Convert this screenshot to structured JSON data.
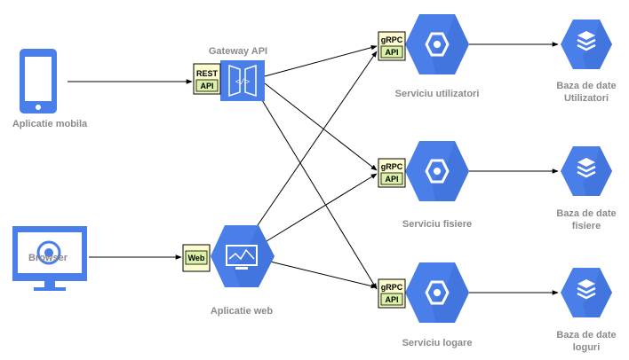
{
  "nodes": {
    "mobile_app": {
      "label": "Aplicatie mobila"
    },
    "browser": {
      "label": "Browser"
    },
    "gateway": {
      "label": "Gateway API",
      "badge_top": "REST",
      "badge_bottom": "API"
    },
    "web_app": {
      "label": "Aplicatie web",
      "badge": "Web"
    },
    "svc_users": {
      "label": "Serviciu utilizatori",
      "badge_top": "gRPC",
      "badge_bottom": "API"
    },
    "svc_files": {
      "label": "Serviciu fisiere",
      "badge_top": "gRPC",
      "badge_bottom": "API"
    },
    "svc_logs": {
      "label": "Serviciu logare",
      "badge_top": "gRPC",
      "badge_bottom": "API"
    },
    "db_users": {
      "label_line1": "Baza de date",
      "label_line2": "Utilizatori"
    },
    "db_files": {
      "label_line1": "Baza de date",
      "label_line2": "fisiere"
    },
    "db_logs": {
      "label_line1": "Baza de date",
      "label_line2": "loguri"
    }
  },
  "edges": [
    {
      "from": "mobile_app",
      "to": "gateway"
    },
    {
      "from": "browser",
      "to": "web_app"
    },
    {
      "from": "gateway",
      "to": "svc_users"
    },
    {
      "from": "gateway",
      "to": "svc_files"
    },
    {
      "from": "gateway",
      "to": "svc_logs"
    },
    {
      "from": "web_app",
      "to": "svc_users"
    },
    {
      "from": "web_app",
      "to": "svc_files"
    },
    {
      "from": "web_app",
      "to": "svc_logs"
    },
    {
      "from": "svc_users",
      "to": "db_users"
    },
    {
      "from": "svc_files",
      "to": "db_files"
    },
    {
      "from": "svc_logs",
      "to": "db_logs"
    }
  ],
  "colors": {
    "blue": "#4a7ee8",
    "blue_dark": "#3d6fd6",
    "badge_fill": "#fdfccf",
    "badge_inner": "#d9f2a6",
    "label_gray": "#8a8a8a",
    "edge": "#000000"
  },
  "icons": {
    "mobile_app": "smartphone-icon",
    "browser": "monitor-icon",
    "gateway": "api-gateway-icon",
    "web_app": "compute-engine-icon",
    "service": "kubernetes-engine-icon",
    "database": "datastore-icon"
  }
}
